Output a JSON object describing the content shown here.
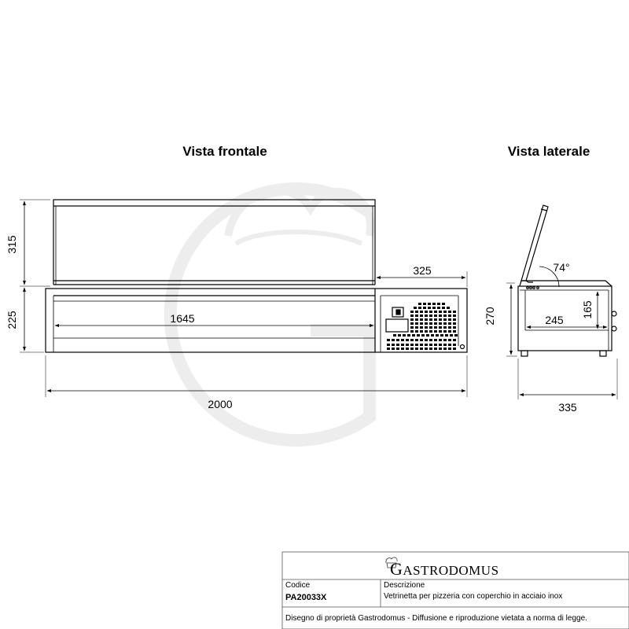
{
  "views": {
    "front_title": "Vista frontale",
    "side_title": "Vista laterale"
  },
  "dimensions": {
    "front": {
      "lid_height": "315",
      "base_height": "225",
      "inner_width": "1645",
      "compressor_width": "325",
      "total_width": "2000"
    },
    "side": {
      "lid_angle": "74°",
      "height": "270",
      "inner_height": "165",
      "inner_depth": "245",
      "total_depth": "335"
    }
  },
  "title_block": {
    "brand_initial": "G",
    "brand_rest": "ASTRODOMUS",
    "code_label": "Codice",
    "code_value": "PA20033X",
    "description_label": "Descrizione",
    "description_value": "Vetrinetta per pizzeria con coperchio in acciaio inox",
    "footer": "Disegno di proprietà Gastrodomus - Diffusione e riproduzione vietata a norma di legge."
  },
  "colors": {
    "line": "#000000",
    "watermark": "#ededed",
    "title_block_border": "#555555"
  }
}
